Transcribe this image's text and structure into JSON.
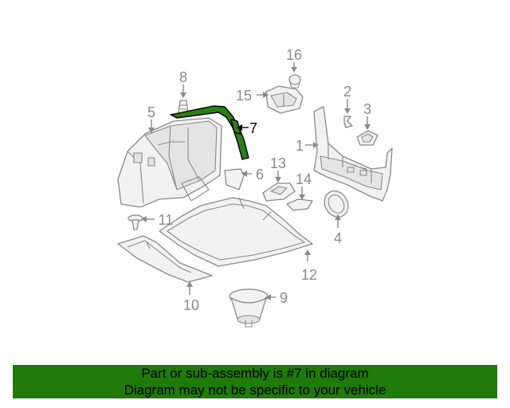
{
  "diagram": {
    "labels": [
      "16",
      "8",
      "2",
      "15",
      "3",
      "5",
      "7",
      "1",
      "13",
      "6",
      "14",
      "11",
      "4",
      "12",
      "9",
      "10"
    ],
    "highlight_label": "7",
    "colors": {
      "highlight": "#2e7d1a",
      "banner": "#1f7a0a",
      "linework": "#8a8a8a"
    }
  },
  "banner": {
    "line1": "Part or sub-assembly is #7 in diagram",
    "line2": "Diagram may not be specific to your vehicle"
  }
}
